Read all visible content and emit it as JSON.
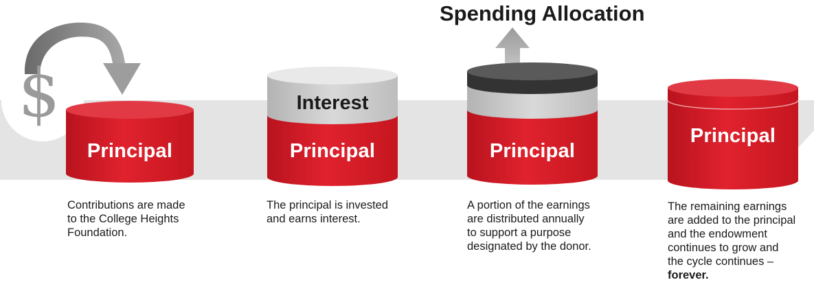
{
  "title": "Spending Allocation",
  "dollar_symbol": "$",
  "steps": [
    {
      "label": "Principal",
      "caption": [
        "Contributions are made",
        "to the College Heights",
        "Foundation."
      ]
    },
    {
      "label": "Principal",
      "top_label": "Interest",
      "caption": [
        "The principal is invested",
        "and earns interest."
      ]
    },
    {
      "label": "Principal",
      "caption": [
        "A portion of the earnings",
        "are distributed annually",
        "to support a purpose",
        "designated by the donor."
      ]
    },
    {
      "label": "Principal",
      "caption": [
        "The remaining earnings",
        "are added to the principal",
        "and the endowment",
        "continues to grow and",
        "the cycle continues  –"
      ],
      "caption_bold": "forever."
    }
  ],
  "colors": {
    "red": "#d71f2b",
    "red_dark": "#b5151f",
    "red_top": "#e4404a",
    "gray_band": "#e4e4e4",
    "interest_gray": "#c9c9c9",
    "dark_disc": "#4d4d4d",
    "arrow_gray": "#9d9d9d"
  }
}
